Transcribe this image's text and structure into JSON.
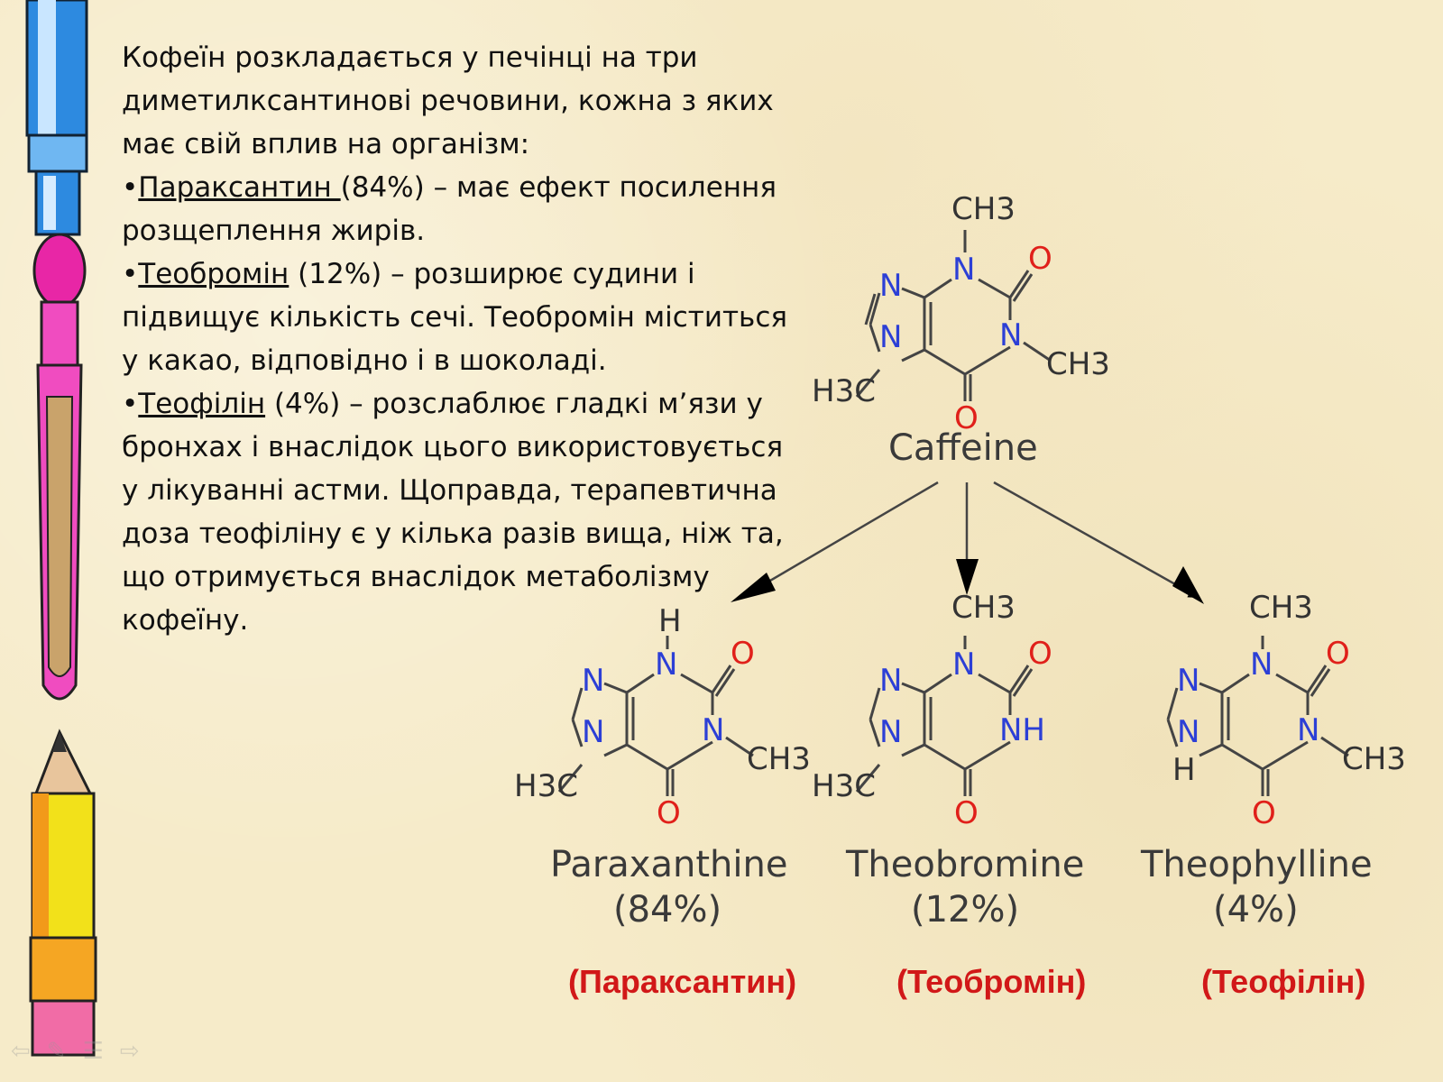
{
  "text": {
    "intro": "Кофеїн розкладається у печінці на три диметилксантинові речовини, кожна з яких має свій вплив на організм:",
    "items": [
      {
        "bullet": "•",
        "name": "Параксантин ",
        "rest": "(84%) – має ефект посилення розщеплення жирів."
      },
      {
        "bullet": "•",
        "name": "Теобромін",
        "rest": " (12%) – розширює судини і підвищує кількість сечі. Теобромін міститься у какао, відповідно і в шоколаді."
      },
      {
        "bullet": "•",
        "name": "Теофілін",
        "rest": " (4%) – розслаблює гладкі м’язи у бронхах і внаслідок цього використовується у лікуванні астми. Щоправда, терапевтична доза теофіліну є у кілька разів вища, ніж та, що отримується внаслідок метаболізму кофеїну."
      }
    ]
  },
  "diagram": {
    "caffeine": {
      "name": "Caffeine"
    },
    "products": [
      {
        "name": "Paraxanthine",
        "percent": "(84%)",
        "ukr": "(Параксантин)"
      },
      {
        "name": "Theobromine",
        "percent": "(12%)",
        "ukr": "(Теобромін)"
      },
      {
        "name": "Theophylline",
        "percent": "(4%)",
        "ukr": "(Теофілін)"
      }
    ],
    "atoms": {
      "N": "N",
      "O": "O",
      "CH3": "CH3",
      "H3C": "H3C",
      "H": "H",
      "NH": "NH"
    }
  },
  "colors": {
    "nitrogen": "#2c3fd6",
    "oxygen": "#e0201a",
    "label_red": "#d11818",
    "background": "#f6ebc9"
  },
  "nav_icons": [
    "back-arrow-icon",
    "pen-icon",
    "menu-icon",
    "forward-arrow-icon"
  ]
}
